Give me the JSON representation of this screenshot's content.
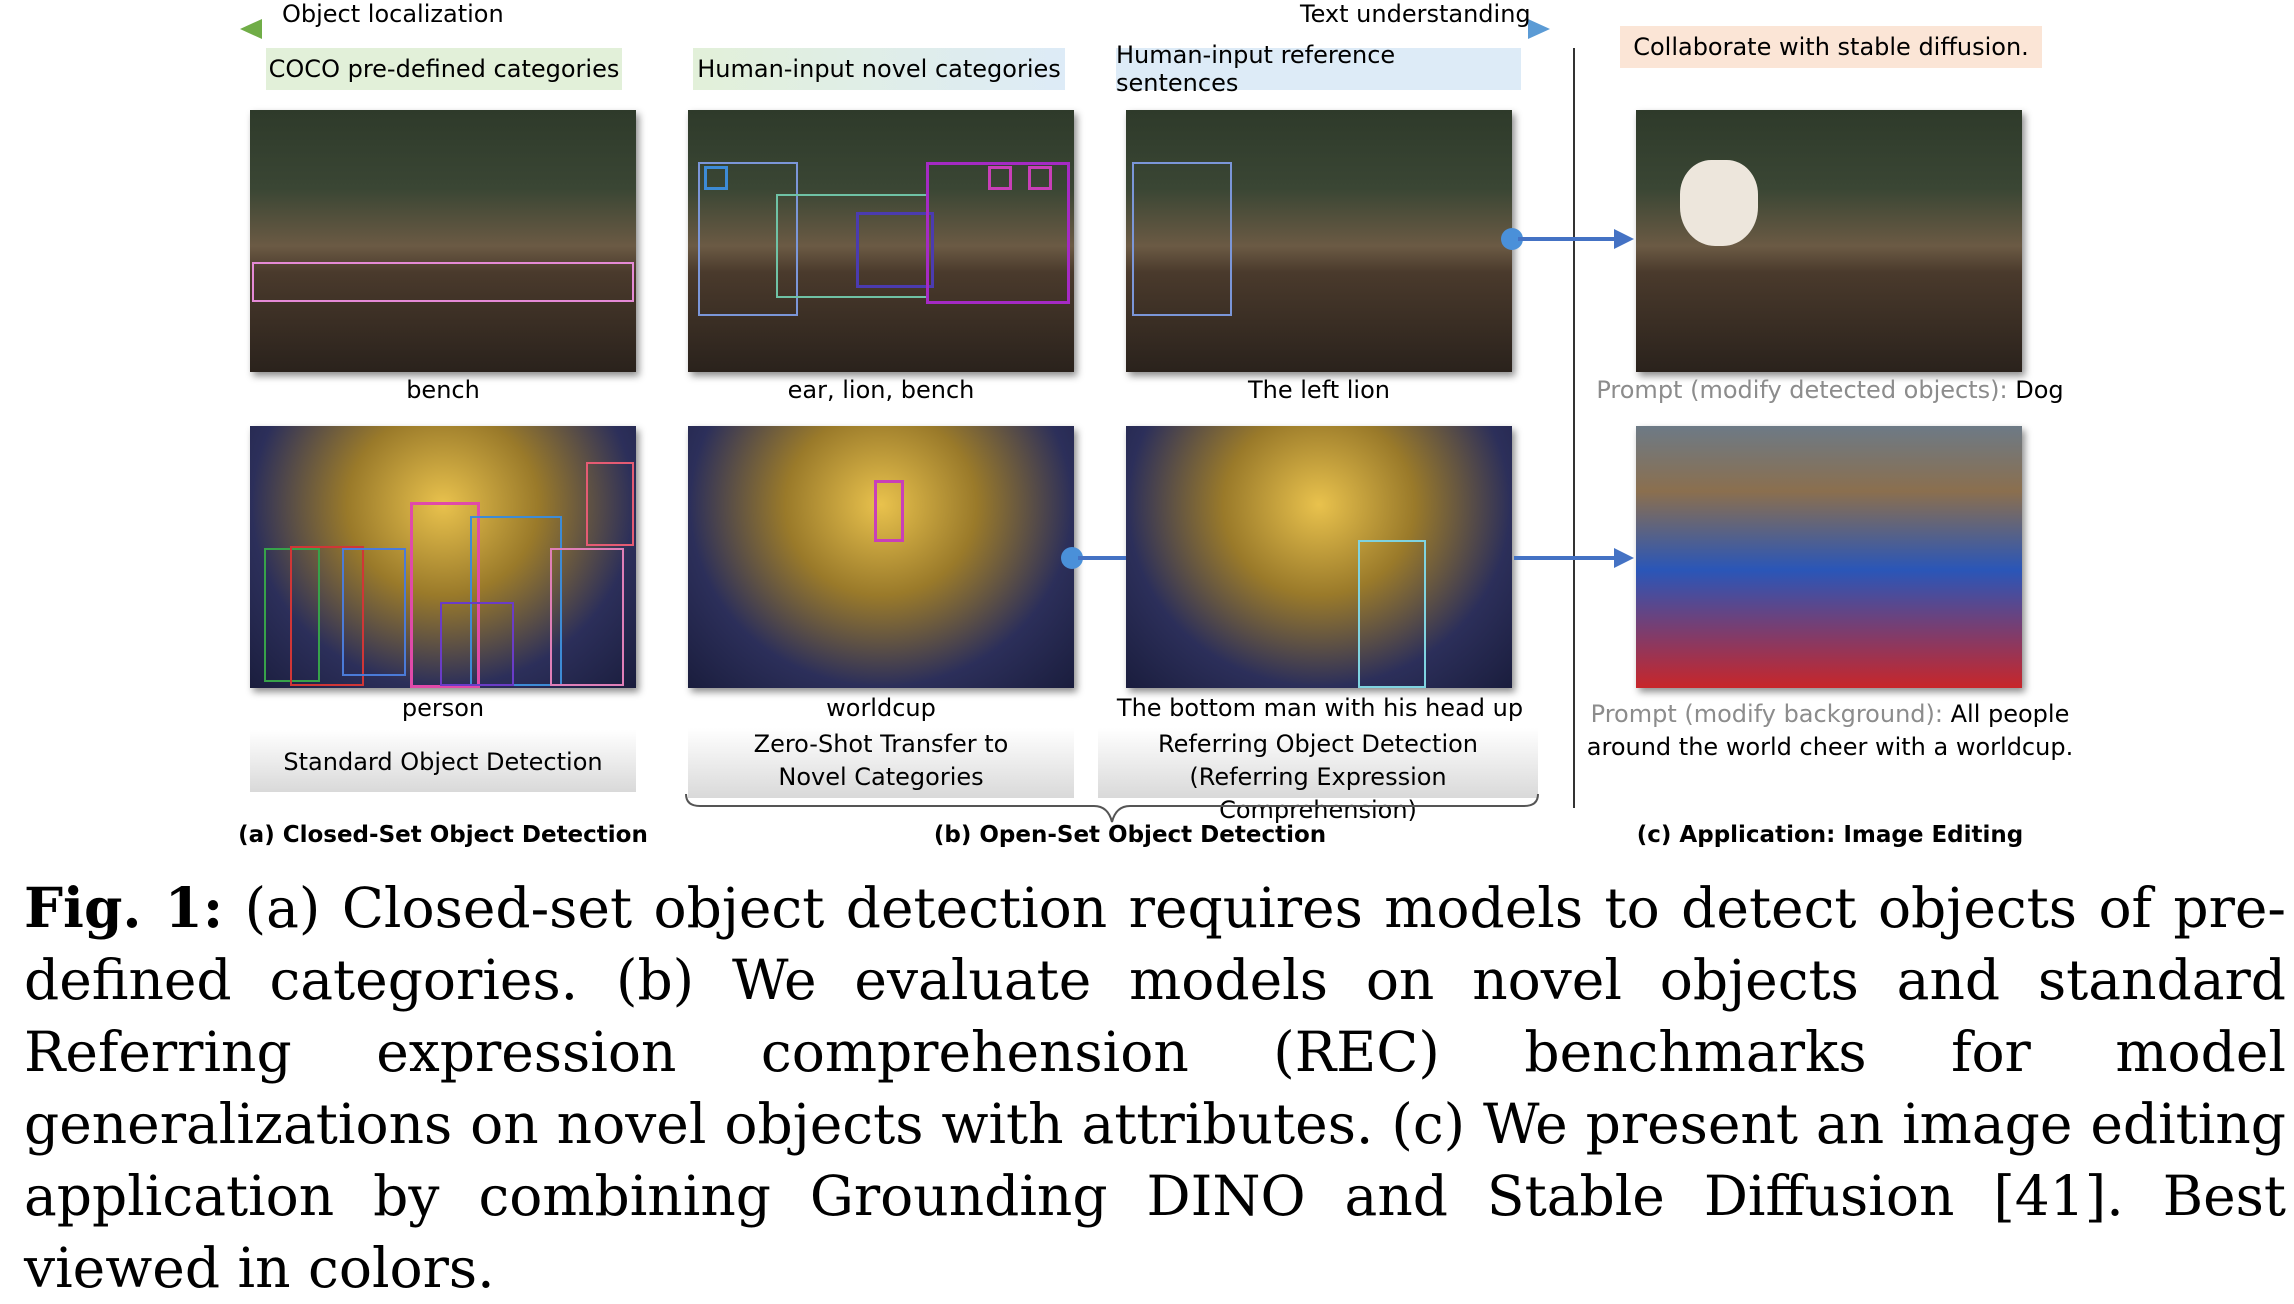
{
  "top_arrow": {
    "left_label": "Object localization",
    "right_label": "Text understanding"
  },
  "tags": {
    "coco": "COCO pre-defined categories",
    "novel": "Human-input novel categories",
    "reference": "Human-input reference sentences",
    "collaborate": "Collaborate with stable diffusion."
  },
  "row1": {
    "a_caption": "bench",
    "b1_caption": "ear, lion, bench",
    "b2_caption": "The left lion",
    "c_prompt_label": "Prompt (modify detected objects): ",
    "c_prompt_value": "Dog"
  },
  "row2": {
    "a_caption": "person",
    "b1_caption": "worldcup",
    "b2_caption": "The bottom man with his head up",
    "c_prompt_label": "Prompt (modify background): ",
    "c_prompt_value_1": "All people",
    "c_prompt_value_2": "around the world cheer with a worldcup."
  },
  "task_boxes": {
    "a": "Standard Object Detection",
    "b1_line1": "Zero-Shot Transfer to",
    "b1_line2": "Novel Categories",
    "b2_line1": "Referring Object Detection",
    "b2_line2": "(Referring Expression Comprehension)"
  },
  "section_labels": {
    "a": "(a) Closed-Set Object Detection",
    "b": "(b) Open-Set Object Detection",
    "c": "(c) Application: Image Editing"
  },
  "figure_caption": {
    "label": "Fig. 1:",
    "text": " (a) Closed-set object detection requires models to detect objects of pre-defined categories. (b) We evaluate models on novel objects and standard Referring expression comprehension (REC) benchmarks for model generalizations on novel objects with attributes. (c) We present an image editing application by combining Grounding DINO and Stable Diffusion [41]. Best viewed in colors."
  },
  "colors": {
    "arrow_green": "#70ad47",
    "arrow_blue": "#4a90d9",
    "flow_blue": "#4472c4"
  }
}
